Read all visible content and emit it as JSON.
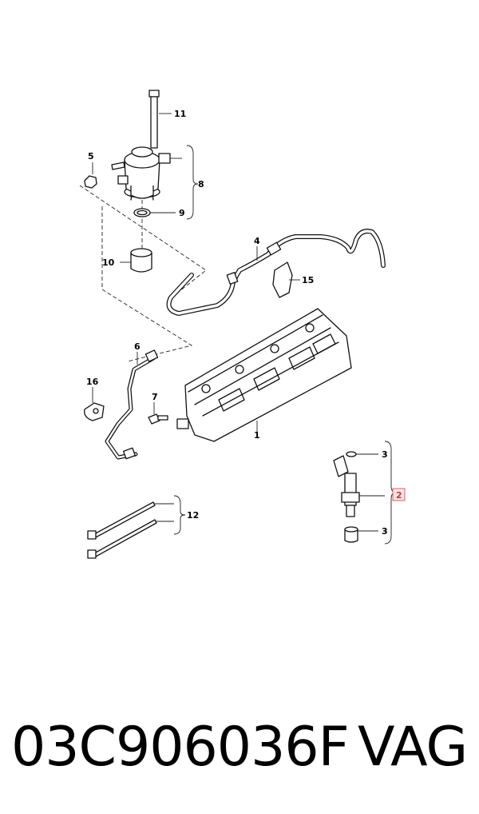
{
  "diagram": {
    "callouts": {
      "c1": "1",
      "c2": "2",
      "c3a": "3",
      "c3b": "3",
      "c4": "4",
      "c5": "5",
      "c6": "6",
      "c7": "7",
      "c8": "8",
      "c9": "9",
      "c10": "10",
      "c11": "11",
      "c12": "12",
      "c15": "15",
      "c16": "16"
    },
    "highlight_color": "#e06060"
  },
  "caption": {
    "part_number": "03C906036F",
    "brand": "VAG"
  }
}
